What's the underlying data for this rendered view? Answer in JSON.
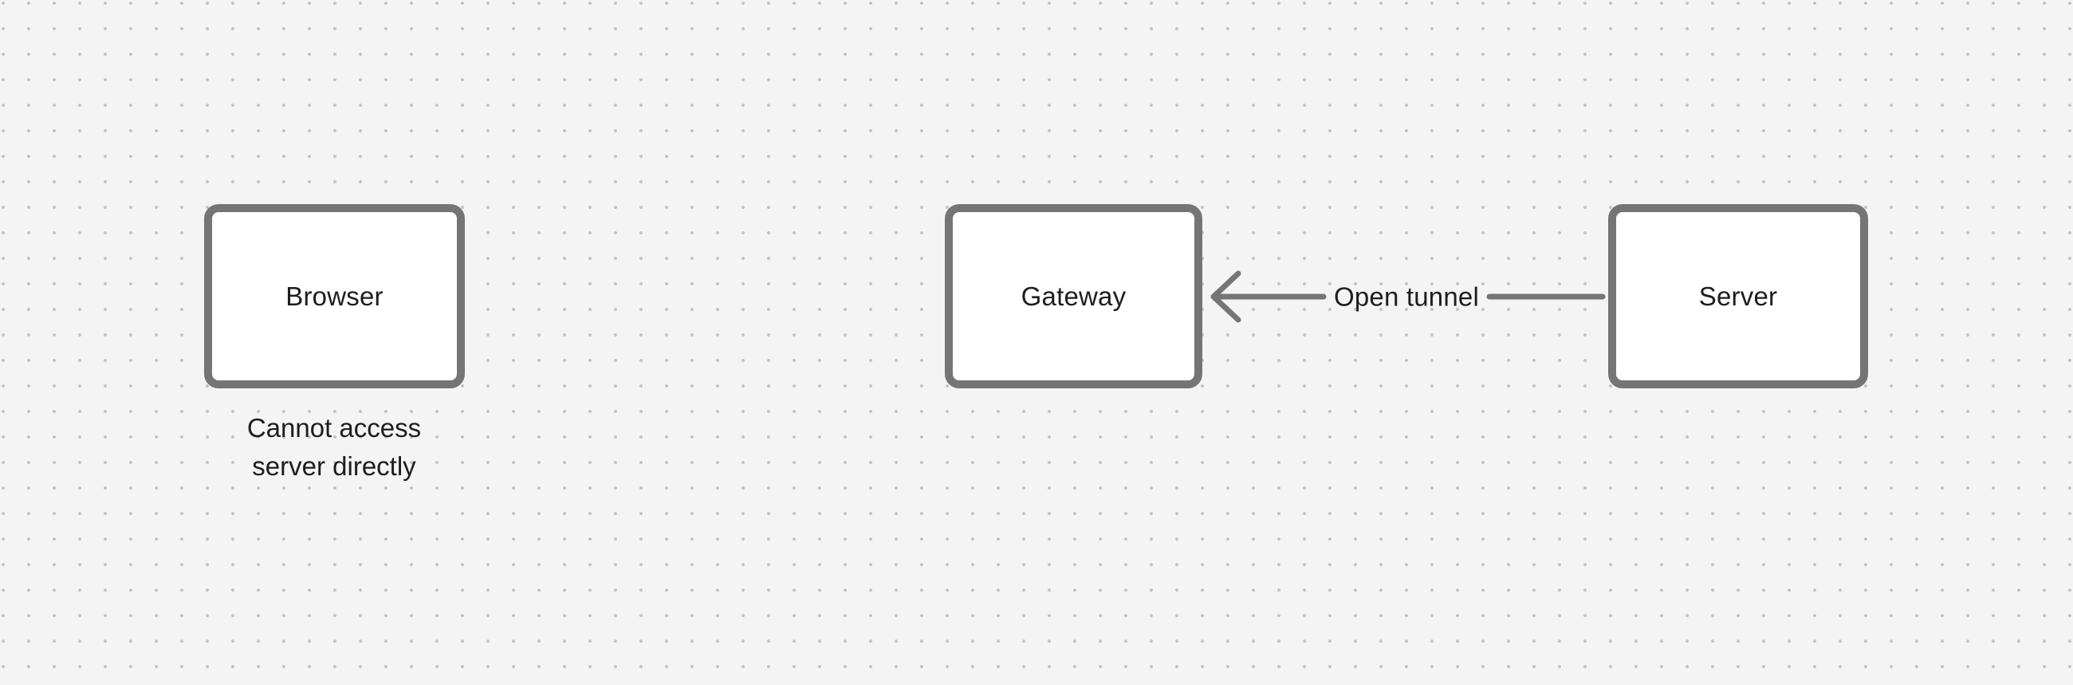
{
  "canvas": {
    "background_color": "#f4f4f4",
    "dot_color": "#c4c4c4",
    "shape_stroke_color": "#757575",
    "shape_fill_color": "#ffffff",
    "text_color": "#1d1d1d"
  },
  "nodes": [
    {
      "label": "Browser"
    },
    {
      "label": "Gateway"
    },
    {
      "label": "Server"
    }
  ],
  "annotations": [
    {
      "text": "Cannot access\nserver directly"
    }
  ],
  "edges": [
    {
      "label": "Open tunnel",
      "from": "Server",
      "to": "Gateway",
      "direction": "left"
    }
  ]
}
